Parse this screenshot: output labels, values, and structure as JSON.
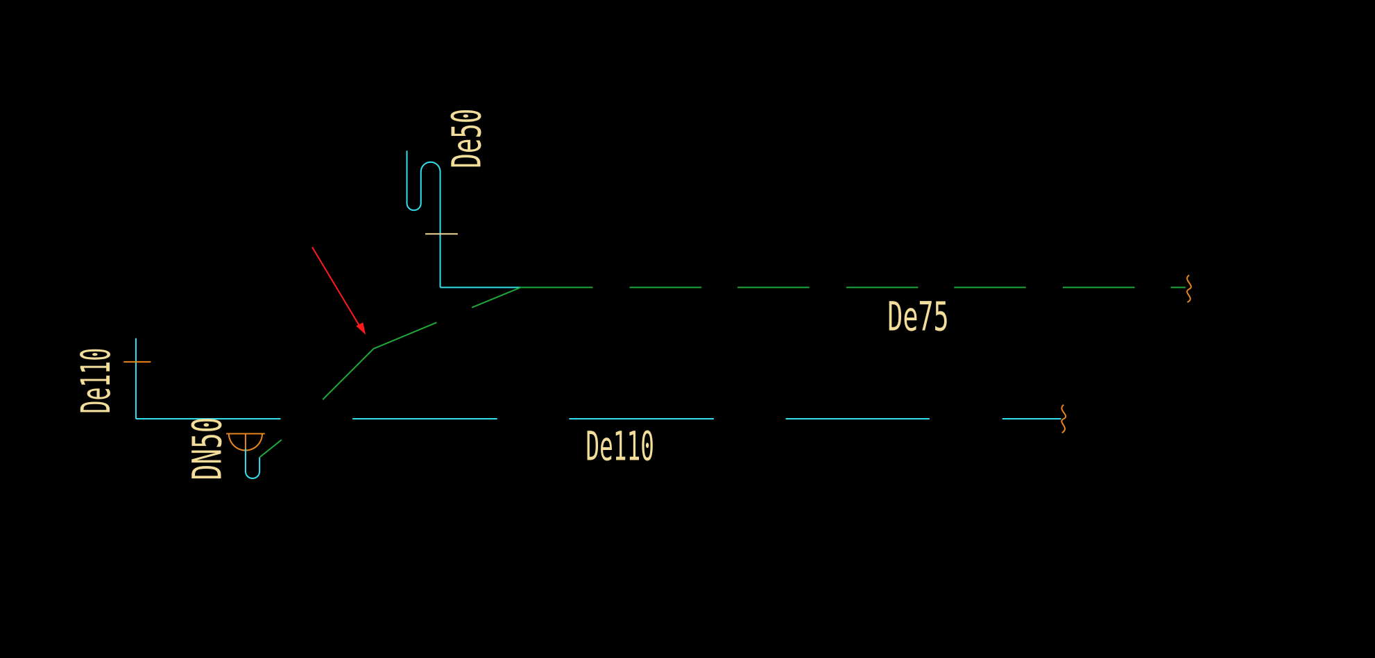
{
  "labels": {
    "de50": "De50",
    "de75": "De75",
    "de110_vertical": "De110",
    "dn50": "DN50",
    "de110_horizontal": "De110"
  },
  "colors": {
    "background": "#000000",
    "cyan_pipe": "#33e0ee",
    "green_pipe": "#1fa83a",
    "text_yellow": "#f2dd9a",
    "orange_symbol": "#e8851e",
    "red_arrow": "#ff1a1a",
    "cross_mark": "#f2dd9a"
  },
  "icons": {
    "arrow": "red-arrow-icon",
    "trap": "p-trap-icon",
    "floor_drain": "floor-drain-icon",
    "break": "break-symbol-icon"
  }
}
